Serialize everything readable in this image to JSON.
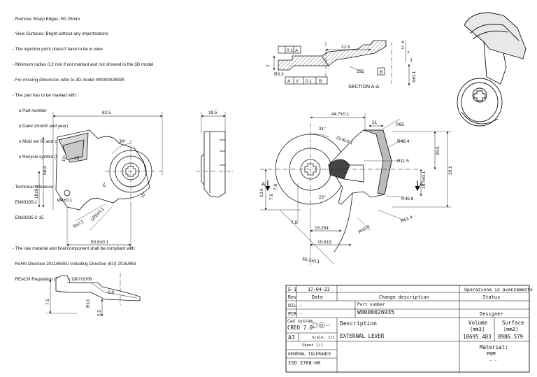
{
  "notes": {
    "lines": [
      "- Remove Sharp Edges: R0.25mm",
      "- View Surfaces: Bright without any imperfections",
      "- The injection point doesn't have to be in view",
      "- Minimum radius 0.2 mm if not marked and not showed in the 3D model",
      "- For missing dimension refer to 3D model W0000026935",
      "- The part has to be marked with:",
      "     o Part number",
      "     o Dater (month and year)",
      "     o Mold set ID and cavity number",
      "     o Recycle symbol (UNI EN ISO 11469:2001)",
      "",
      "- Technical reference:",
      "  EN60335-1",
      "  EN60335-2-15",
      "",
      "- The raw material and final component shall be compliant with:",
      "  RoHS Directive 2011/65/EU including Directive (EU) 2015/863",
      "  REACH Regulation (EC) No 1907/2006"
    ]
  },
  "section": {
    "label": "SECTION A-A",
    "fcf_top": [
      "0.1",
      "A"
    ],
    "fcf_bottom": [
      "A",
      "//",
      "0.1",
      "B"
    ],
    "datum_b": "B",
    "dims": {
      "d215": "21.5",
      "d4": "4",
      "d2": "2",
      "d7": "7",
      "d3": "3",
      "r03": "R0.3",
      "d152": "152",
      "d95": "9±0.1",
      "d7l": "7"
    }
  },
  "front_view": {
    "dims": {
      "width": "82.5",
      "h588": "58.8",
      "h184": "18±0.1",
      "d4": "Ø4±0.1",
      "w508": "50.8±0.1",
      "a8": "8±0.1",
      "a28": "(28)±0.1",
      "a10": "10°",
      "a38": "38°",
      "a16": "16°",
      "a6": "6°",
      "a15": "15°"
    }
  },
  "side_view": {
    "dims": {
      "width": "19.5"
    }
  },
  "main_view": {
    "section_marks": [
      "A",
      "A"
    ],
    "dims": {
      "d447": "44.7±0.1",
      "d21": "21",
      "r65": "R65",
      "r484": "R48.4",
      "r115": "R11.5",
      "d295": "29.5",
      "d291": "29.1",
      "d154": "15.4±0.1",
      "r456": "R45.6",
      "r614": "R61.4",
      "r438": "R43.8",
      "d15254": "15.254",
      "d19919": "19.919",
      "d502": "50.2±0.1",
      "d78a": "7.8",
      "d78b": "7.8",
      "d76": "7.6",
      "d136": "13.6",
      "a31": "31°",
      "a238": "23.8±0.1",
      "a22": "22°"
    }
  },
  "bottom_view": {
    "dims": {
      "d75": "7.5",
      "r10": "R10",
      "d55": "5.5",
      "d08": "0.8"
    }
  },
  "title_block": {
    "revision": {
      "rev": "E-1",
      "date": "17-04-23",
      "dash": "-"
    },
    "headers": {
      "rev": "Rev",
      "date": "Date",
      "change": "Change description"
    },
    "oil": "OIL",
    "pcr": "PCR",
    "dash": "-",
    "part_number_label": "Part number",
    "part_number": "W0000026935",
    "cad_system_label": "Cad system",
    "cad_system": "CREO 7.0",
    "description_label": "Description",
    "description": "EXTERNAL LEVER",
    "format": "A3",
    "scale": "Scale: 1/1",
    "sheet": "Sheet 1/1",
    "tolerance": "GENERAL TOLERANCE",
    "tolerance_std": "ISO 2768-mK",
    "operation": "Operazione in avanzamento",
    "status_label": "Status",
    "designer_label": "Designer",
    "volume_label": "Volume",
    "volume_unit": "[mm3]",
    "volume_value": "10695.483",
    "surface_label": "Surface",
    "surface_unit": "[mm2]",
    "surface_value": "8986.579",
    "material_label": "Material:",
    "material": "POM",
    "material_extra": "- -"
  }
}
